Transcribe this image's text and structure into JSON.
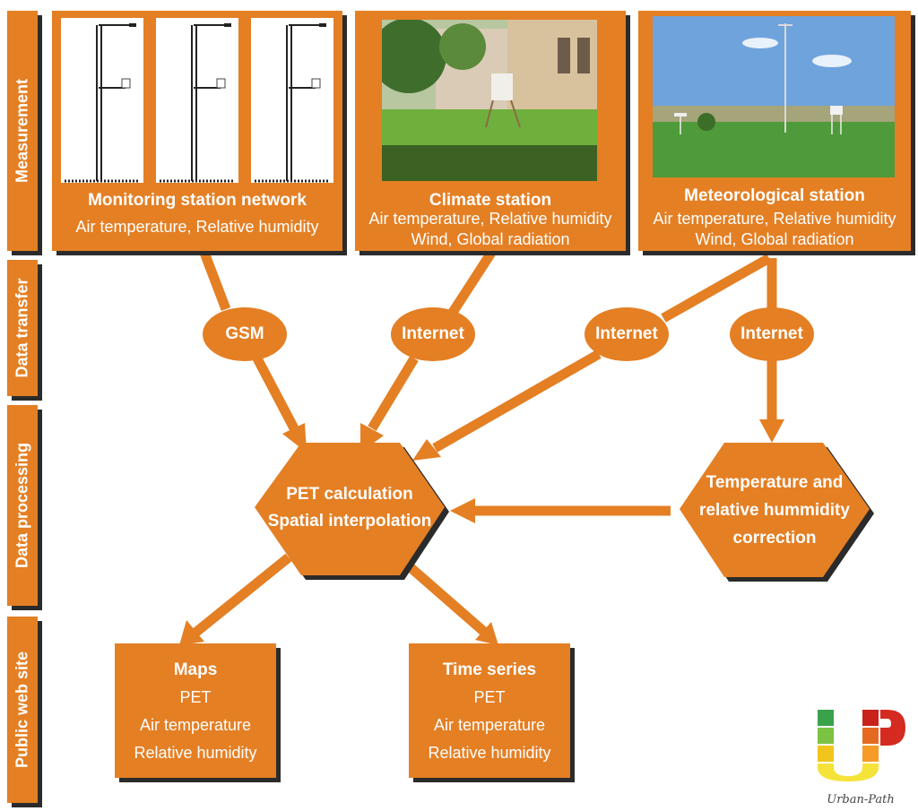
{
  "side_labels": {
    "measurement": "Measurement",
    "data_transfer": "Data transfer",
    "data_processing": "Data processing",
    "public_web_site": "Public web site"
  },
  "stations": {
    "monitoring": {
      "title": "Monitoring station network",
      "line1": "Air temperature, Relative humidity"
    },
    "climate": {
      "title": "Climate station",
      "line1": "Air temperature, Relative humidity",
      "line2": "Wind, Global radiation"
    },
    "meteorological": {
      "title": "Meteorological station",
      "line1": "Air temperature, Relative humidity",
      "line2": "Wind, Global radiation"
    }
  },
  "transfer": {
    "gsm": "GSM",
    "internet1": "Internet",
    "internet2": "Internet",
    "internet3": "Internet"
  },
  "processing": {
    "pet_line1": "PET calculation",
    "pet_line2": "Spatial interpolation",
    "corr_line1": "Temperature and",
    "corr_line2": "relative hummidity",
    "corr_line3": "correction"
  },
  "outputs": {
    "maps": {
      "title": "Maps",
      "items": [
        "PET",
        "Air temperature",
        "Relative humidity"
      ]
    },
    "timeseries": {
      "title": "Time series",
      "items": [
        "PET",
        "Air temperature",
        "Relative humidity"
      ]
    }
  },
  "logo": {
    "letters": "UP",
    "caption": "Urban-Path"
  },
  "colors": {
    "accent": "#E47F24",
    "shadow": "#2b2b2b",
    "text": "#ffffff"
  }
}
